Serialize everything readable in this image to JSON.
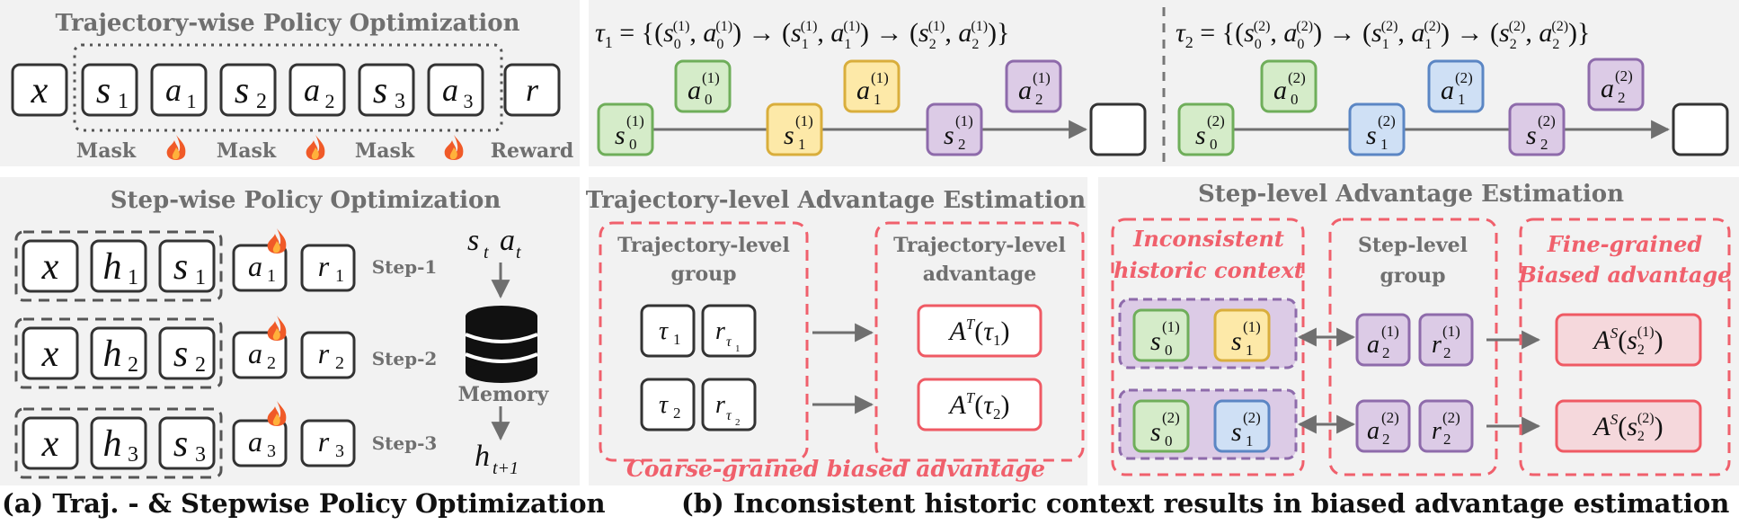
{
  "panel_a": {
    "traj_title": "Trajectory-wise Policy Optimization",
    "traj_tokens": [
      "x",
      "s",
      "a",
      "s",
      "a",
      "s",
      "a",
      "r"
    ],
    "traj_token_subs": [
      "",
      "1",
      "1",
      "2",
      "2",
      "3",
      "3",
      ""
    ],
    "traj_labels": [
      "Mask",
      "Mask",
      "Mask",
      "Reward"
    ],
    "step_title": "Step-wise Policy Optimization",
    "step_rows": [
      {
        "sub": "1",
        "label": "Step-1"
      },
      {
        "sub": "2",
        "label": "Step-2"
      },
      {
        "sub": "3",
        "label": "Step-3"
      }
    ],
    "memory": {
      "top_s": "s",
      "top_a": "a",
      "sub_t": "t",
      "label": "Memory",
      "bottom": "h",
      "bottom_sub": "t+1"
    },
    "caption": "(a) Traj. - & Stepwise Policy Optimization"
  },
  "panel_b": {
    "tau1_label": "τ",
    "tau1_formula": "τ1 = {(s0(1), a0(1)) → (s1(1), a1(1)) → (s2(1), a2(1))}",
    "tau2_formula": "τ2 = {(s0(2), a0(2)) → (s1(2), a1(2)) → (s2(2), a2(2))}",
    "traj_adv_title": "Trajectory-level Advantage Estimation",
    "traj_group_title": [
      "Trajectory-level",
      "group"
    ],
    "traj_adv_box_title": [
      "Trajectory-level",
      "advantage"
    ],
    "coarse_label": "Coarse-grained biased advantage",
    "step_adv_title": "Step-level Advantage Estimation",
    "inconsistent_label": [
      "Inconsistent",
      "historic context"
    ],
    "step_group_title": [
      "Step-level",
      "group"
    ],
    "fine_label": [
      "Fine-grained",
      "Biased advantage"
    ],
    "caption": "(b) Inconsistent historic context results in biased advantage estimation"
  },
  "colors": {
    "green_fill": "#d5ecc9",
    "green_stroke": "#6fae5a",
    "yellow_fill": "#fde9a8",
    "yellow_stroke": "#d9ae3c",
    "purple_fill": "#dccbe6",
    "purple_stroke": "#8e6bab",
    "blue_fill": "#cfe0f5",
    "blue_stroke": "#5b86c4",
    "pink_fill": "#f5d8dc",
    "pink_stroke": "#ef5a64",
    "accent_red": "#f0606c",
    "panel_bg": "#f2f2f2"
  }
}
